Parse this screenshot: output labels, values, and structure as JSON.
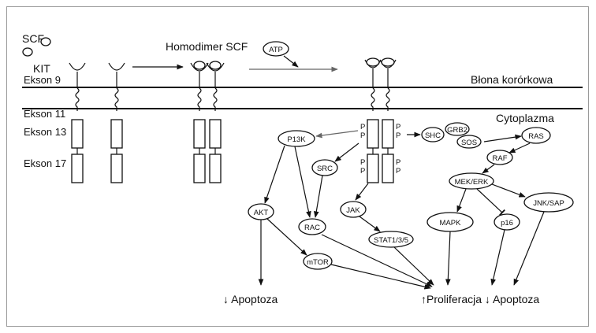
{
  "labels": {
    "scf": "SCF",
    "kit": "KIT",
    "ekson9": "Ekson 9",
    "ekson11": "Ekson 11",
    "ekson13": "Ekson 13",
    "ekson17": "Ekson 17",
    "homodimer": "Homodimer SCF",
    "atp": "ATP",
    "membrane": "Błona korórkowa",
    "cytoplasm": "Cytoplazma",
    "p": "P",
    "outcome_left": "↓ Apoptoza",
    "outcome_right": "↑Proliferacja ↓ Apoptoza"
  },
  "nodes": {
    "p13k": "P13K",
    "shc": "SHC",
    "grb2": "GRB2",
    "sos": "SOS",
    "ras": "RAS",
    "raf": "RAF",
    "src": "SRC",
    "mek_erk": "MEK/ERK",
    "jnk_sap": "JNK/SAP",
    "mapk": "MAPK",
    "p16": "p16",
    "akt": "AKT",
    "rac": "RAC",
    "jak": "JAK",
    "stat": "STAT1/3/5",
    "mtor": "mTOR"
  },
  "colors": {
    "line": "#111111",
    "frame": "#9a9a9a",
    "background": "#ffffff"
  }
}
